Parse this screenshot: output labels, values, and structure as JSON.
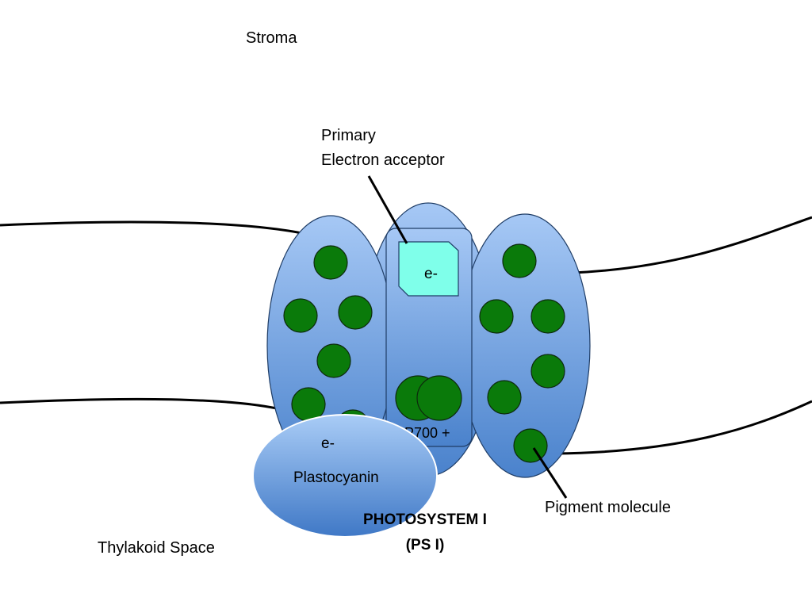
{
  "labels": {
    "stroma": "Stroma",
    "acceptor_line1": "Primary",
    "acceptor_line2": "Electron acceptor",
    "acceptor_electron": "e-",
    "p700": "P700 +",
    "plastocyanin_electron": "e-",
    "plastocyanin": "Plastocyanin",
    "photosystem_line1": "PHOTOSYSTEM I",
    "photosystem_line2": "(PS I)",
    "pigment": "Pigment molecule",
    "thylakoid_space": "Thylakoid Space"
  },
  "colors": {
    "lobe_top": "#a6c8f5",
    "lobe_bottom": "#4a82cc",
    "acceptor": "#7fffea",
    "pigment": "#0a7a0a",
    "outline": "#1f3d66"
  }
}
